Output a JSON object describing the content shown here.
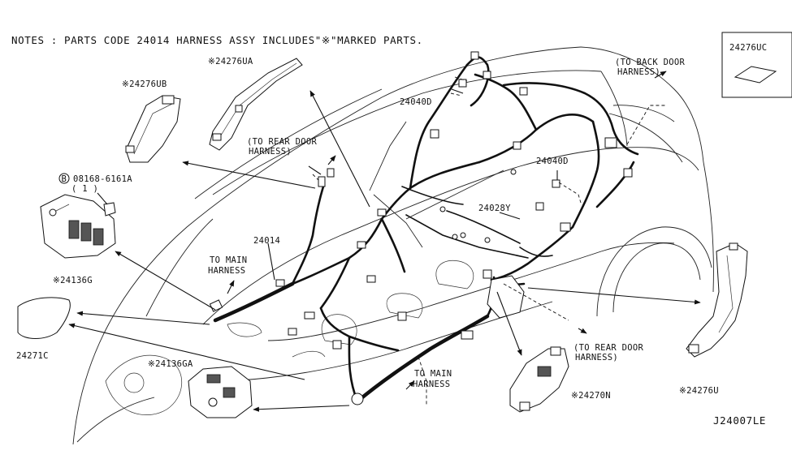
{
  "notes": "NOTES : PARTS CODE 24014 HARNESS ASSY INCLUDES\"※\"MARKED PARTS.",
  "diagram_code": "J24007LE",
  "inset_part": "24276UC",
  "labels": {
    "p24276UA": "※24276UA",
    "p24276UB": "※24276UB",
    "p08168": "08168-6161A",
    "p08168_qty": "( 1 )",
    "bolt_mark": "B",
    "p24136G": "※24136G",
    "p24271C": "24271C",
    "p24136GA": "※24136GA",
    "p24014": "24014",
    "p24040D_upper": "24040D",
    "p24040D_lower": "24040D",
    "p24028Y": "24028Y",
    "p24270N": "※24270N",
    "p24276U": "※24276U"
  },
  "callouts": {
    "to_rear_door_1": [
      "(TO REAR DOOR",
      "HARNESS)"
    ],
    "to_back_door": [
      "(TO BACK DOOR",
      "HARNESS)"
    ],
    "to_main_1": [
      "TO MAIN",
      "HARNESS"
    ],
    "to_main_2": [
      "TO MAIN",
      "HARNESS"
    ],
    "to_rear_door_2": [
      "(TO REAR DOOR",
      "HARNESS)"
    ]
  }
}
